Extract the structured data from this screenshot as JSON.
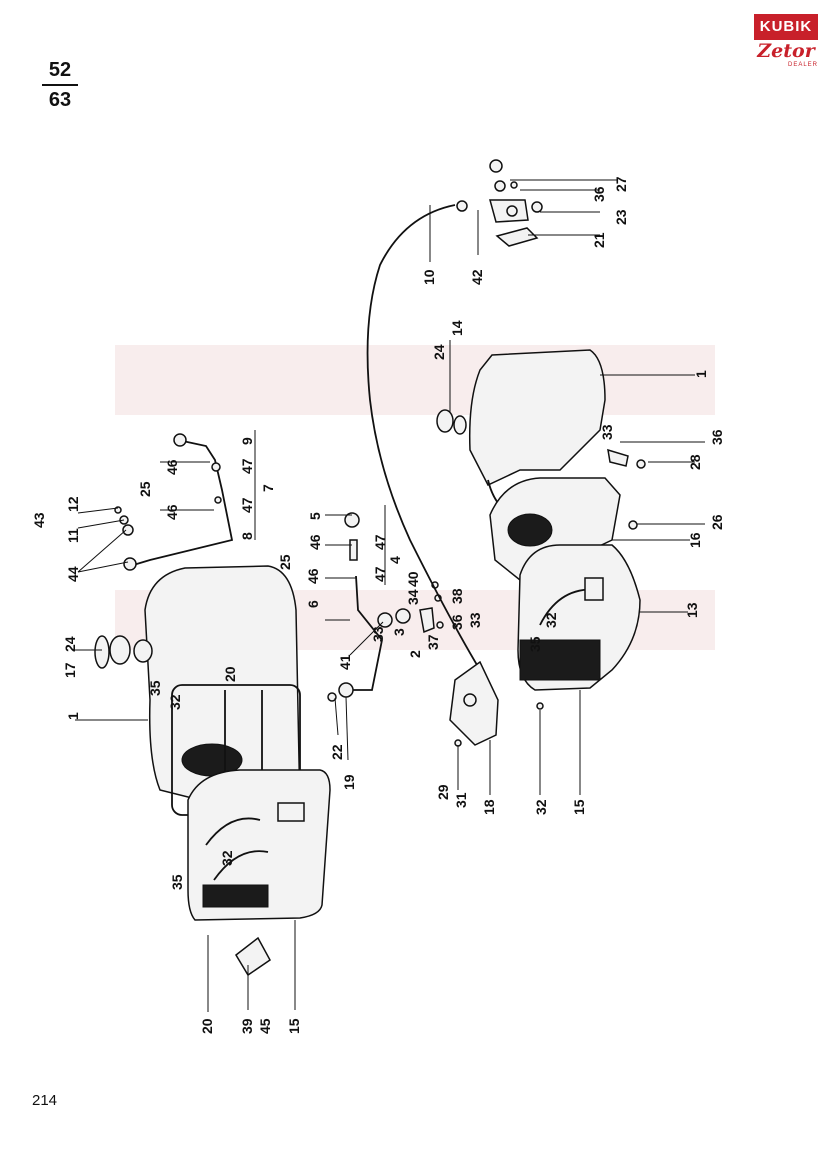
{
  "header": {
    "fraction_top": "52",
    "fraction_bottom": "63"
  },
  "page_number": "214",
  "logo": {
    "top_text": "KUBIK",
    "script_text": "Zetor",
    "sub_text": "DEALER"
  },
  "callouts": {
    "c1_left": "1",
    "c17": "17",
    "c24_left": "24",
    "c44": "44",
    "c11": "11",
    "c43": "43",
    "c12": "12",
    "c25_a": "25",
    "c46_a": "46",
    "c46_b": "46",
    "c47_a": "47",
    "c8": "8",
    "c47_b": "47",
    "c9": "9",
    "c7": "7",
    "c5": "5",
    "c46_c": "46",
    "c47_c": "47",
    "c4": "4",
    "c25_b": "25",
    "c46_d": "46",
    "c47_d": "47",
    "c6": "6",
    "c41": "41",
    "c33_a": "33",
    "c3": "3",
    "c34": "34",
    "c2": "2",
    "c37": "37",
    "c36_a": "36",
    "c40": "40",
    "c38": "38",
    "c33_b": "33",
    "c20_a": "20",
    "c35_a": "35",
    "c32_a": "32",
    "c22": "22",
    "c19": "19",
    "c35_b": "35",
    "c32_b": "32",
    "c20_b": "20",
    "c39": "39",
    "c45": "45",
    "c15_a": "15",
    "c29": "29",
    "c31": "31",
    "c18": "18",
    "c32_c": "32",
    "c15_b": "15",
    "c35_c": "35",
    "c32_d": "32",
    "c13": "13",
    "c10": "10",
    "c42": "42",
    "c21": "21",
    "c23": "23",
    "c36_b": "36",
    "c27": "27",
    "c24_right": "24",
    "c14": "14",
    "c1_right": "1",
    "c33_c": "33",
    "c36_c": "36",
    "c28": "28",
    "c26": "26",
    "c16": "16"
  },
  "colors": {
    "logo_red": "#c8202a",
    "watermark": "#f2dede",
    "ink": "#111111"
  }
}
